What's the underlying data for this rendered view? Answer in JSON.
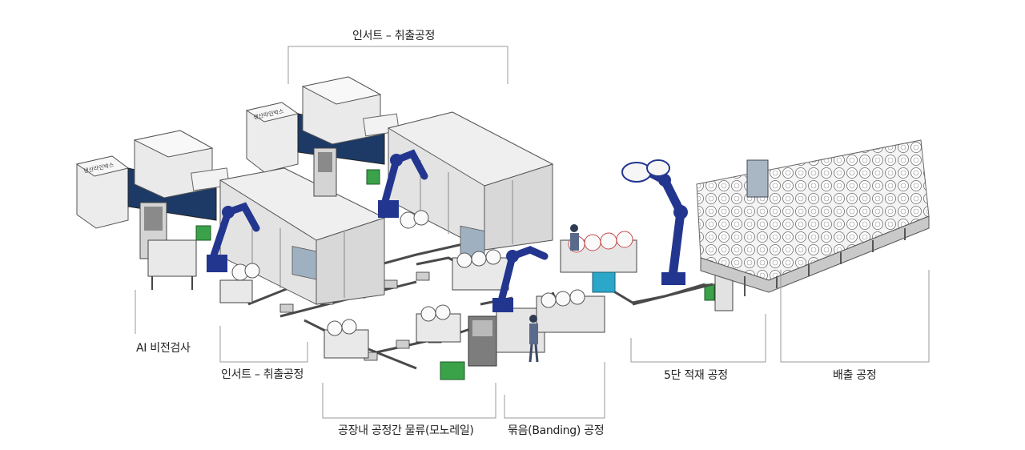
{
  "labels": {
    "insert_top": "인서트 – 취출공정",
    "ai_vision": "AI 비전검사",
    "insert_bottom": "인서트 – 취출공정",
    "monorail": "공장내 공정간 물류(모노레일)",
    "banding": "묶음(Banding) 공정",
    "stacking": "5단 적재 공정",
    "discharge": "배출 공정"
  },
  "machine_plate_text": "생산라인박스",
  "colors": {
    "robot": "#23368f",
    "machine_panel": "#e8e8e8",
    "machine_edge": "#555555",
    "mold_blue": "#1d3a66",
    "green_unit": "#3aa34a",
    "cyan_unit": "#2aa7c9",
    "bracket": "#9a9a9a"
  }
}
